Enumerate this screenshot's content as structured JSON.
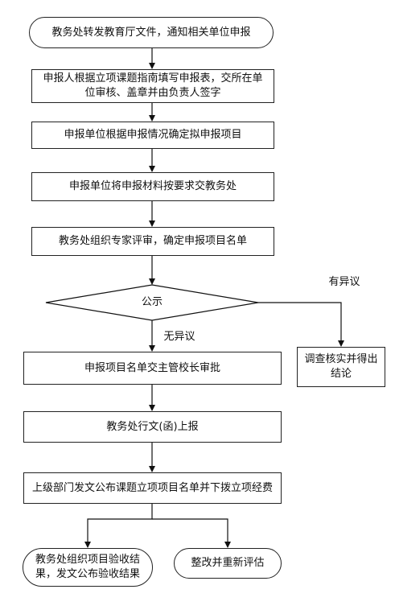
{
  "flowchart": {
    "start": "教务处转发教育厅文件，通知相关单位申报",
    "step1": "申报人根据立项课题指南填写申报表，交所在单位审核、盖章并由负责人签字",
    "step2": "申报单位根据申报情况确定拟申报项目",
    "step3": "申报单位将申报材料按要求交教务处",
    "step4": "教务处组织专家评审，确定申报项目名单",
    "decision": "公示",
    "label_objection": "有异议",
    "label_no_objection": "无异议",
    "side_box": "调查核实并得出结论",
    "step5": "申报项目名单交主管校长审批",
    "step6": "教务处行文(函)上报",
    "step7": "上级部门发文公布课题立项项目名单并下拨立项经费",
    "end_left": "教务处组织项目验收结果，发文公布验收结果",
    "end_right": "整改并重新评估"
  }
}
